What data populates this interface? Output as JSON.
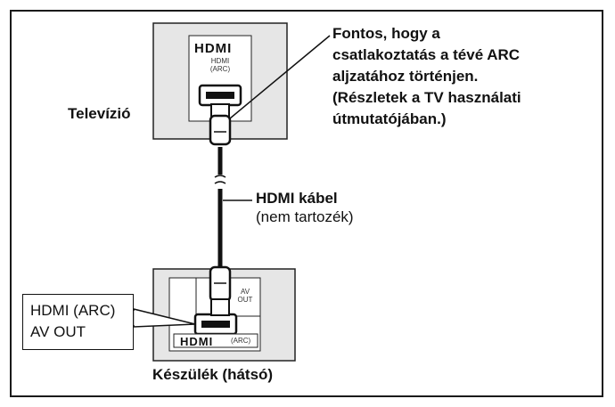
{
  "note_lines": [
    "Fontos, hogy a",
    "csatlakoztatás a tévé ARC",
    "aljzatához történjen.",
    "(Részletek a TV használati",
    "útmutatójában.)"
  ],
  "tv": {
    "label": "Televízió",
    "logo": "HDMI",
    "port_line1": "HDMI",
    "port_line2": "(ARC)"
  },
  "cable": {
    "title": "HDMI kábel",
    "subtitle": "(nem tartozék)"
  },
  "device": {
    "label": "Készülék (hátsó)",
    "av_line1": "AV",
    "av_line2": "OUT",
    "logo": "HDMI",
    "logo_sub": "(ARC)"
  },
  "callout": {
    "line1": "HDMI (ARC)",
    "line2": "AV OUT"
  }
}
